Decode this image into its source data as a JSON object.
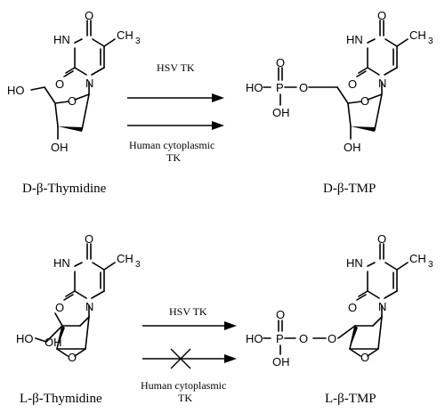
{
  "top": {
    "substrate": "D-β-Thymidine",
    "product": "D-β-TMP",
    "enzyme_1": "HSV TK",
    "enzyme_2_line1": "Human cytoplasmic",
    "enzyme_2_line2": "TK"
  },
  "bottom": {
    "substrate": "L-β-Thymidine",
    "product": "L-β-TMP",
    "enzyme_1": "HSV TK",
    "enzyme_2_line1": "Human cytoplasmic",
    "enzyme_2_line2": "TK"
  },
  "atoms": {
    "O": "O",
    "HN": "HN",
    "N": "N",
    "CH": "CH",
    "three": "3",
    "HO": "HO",
    "OH": "OH",
    "P": "P"
  }
}
